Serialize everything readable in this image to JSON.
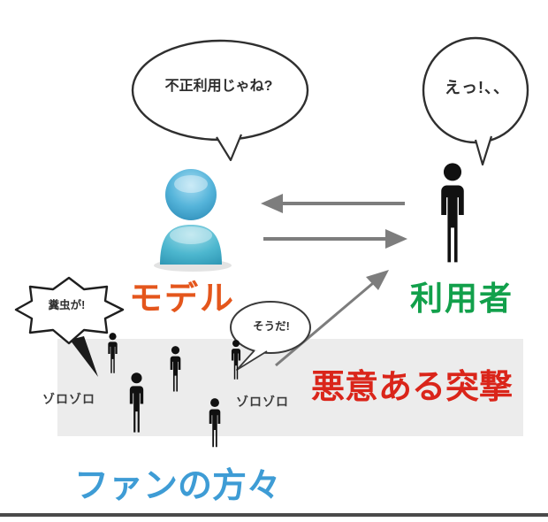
{
  "diagram": {
    "title_context": "fan-rush diagram",
    "bubbles": {
      "model_thought": "不正利用じゃね?",
      "user_reaction": "えっ!、、",
      "fan_insult": "糞虫が!",
      "fan_agree": "そうだ!"
    },
    "labels": {
      "model": "モデル",
      "user": "利用者",
      "attack": "悪意ある突撃",
      "fans": "ファンの方々",
      "onomatopoeia_left": "ゾロゾロ",
      "onomatopoeia_right": "ゾロゾロ"
    },
    "colors": {
      "model_label": "#e4561c",
      "user_label": "#12a04b",
      "attack_label": "#da251a",
      "fans_label": "#3e9cd5",
      "arrow_gray": "#7d7d7d",
      "band_gray": "#ececec",
      "avatar_blue": "#45aed4"
    },
    "icons": {
      "model": "model-avatar-icon",
      "user": "user-person-icon",
      "fans": "fan-person-icon"
    }
  }
}
